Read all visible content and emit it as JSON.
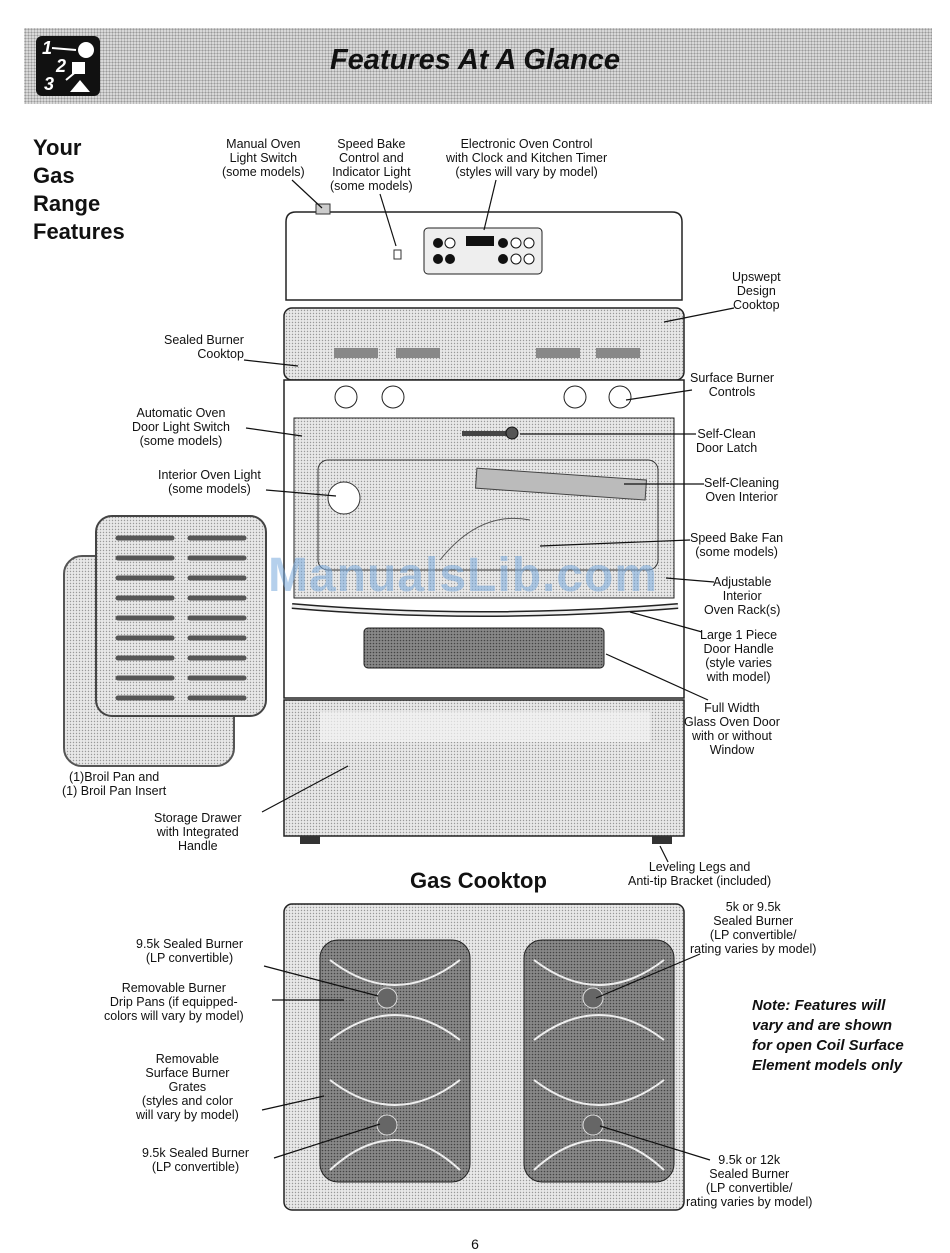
{
  "header": {
    "title": "Features At A Glance",
    "logo_digits": [
      "1",
      "2",
      "3"
    ]
  },
  "side_title": [
    "Your",
    "Gas",
    "Range",
    "Features"
  ],
  "labels": {
    "manual_light": [
      "Manual Oven",
      "Light Switch",
      "(some models)"
    ],
    "speed_bake_control": [
      "Speed Bake",
      "Control and",
      "Indicator Light",
      "(some models)"
    ],
    "electronic_control": [
      "Electronic Oven Control",
      "with Clock and Kitchen Timer",
      "(styles will vary by model)"
    ],
    "upswept": [
      "Upswept",
      "Design",
      "Cooktop"
    ],
    "sealed_burner_cooktop": [
      "Sealed Burner",
      "Cooktop"
    ],
    "surface_controls": [
      "Surface Burner",
      "Controls"
    ],
    "auto_door_switch": [
      "Automatic Oven",
      "Door Light Switch",
      "(some models)"
    ],
    "door_latch": [
      "Self-Clean",
      "Door Latch"
    ],
    "interior_light": [
      "Interior Oven Light",
      "(some models)"
    ],
    "self_cleaning": [
      "Self-Cleaning",
      "Oven Interior"
    ],
    "speed_bake_fan": [
      "Speed Bake Fan",
      "(some models)"
    ],
    "oven_rack": [
      "Adjustable",
      "Interior",
      "Oven Rack(s)"
    ],
    "door_handle": [
      "Large 1 Piece",
      "Door Handle",
      "(style varies",
      "with model)"
    ],
    "glass_door": [
      "Full Width",
      "Glass Oven Door",
      "with or without",
      "Window"
    ],
    "broil_pan": [
      "(1)Broil Pan and",
      "(1) Broil Pan Insert"
    ],
    "storage_drawer": [
      "Storage Drawer",
      "with Integrated",
      "Handle"
    ],
    "leveling_legs": [
      "Leveling Legs and",
      "Anti-tip Bracket (included)"
    ],
    "burner_95_top": [
      "9.5k Sealed Burner",
      "(LP convertible)"
    ],
    "drip_pans": [
      "Removable Burner",
      "Drip Pans (if equipped-",
      "colors will vary by model)"
    ],
    "grates": [
      "Removable",
      "Surface Burner",
      "Grates",
      "(styles and color",
      "will vary by model)"
    ],
    "burner_95_bottom": [
      "9.5k Sealed Burner",
      "(LP convertible)"
    ],
    "burner_5k": [
      "5k or 9.5k",
      "Sealed Burner",
      "(LP convertible/",
      "rating varies by model)"
    ],
    "burner_12k": [
      "9.5k or 12k",
      "Sealed Burner",
      "(LP convertible/",
      "rating varies by model)"
    ]
  },
  "cooktop_title": "Gas Cooktop",
  "note": [
    "Note: Features will",
    "vary and are shown",
    "for open Coil Surface",
    "Element models only"
  ],
  "page_number": "6",
  "watermark": "ManualsLib.com"
}
